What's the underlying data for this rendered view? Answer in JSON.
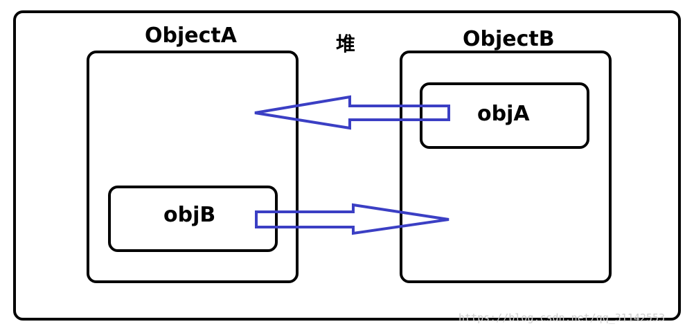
{
  "heap": {
    "label": "堆"
  },
  "objects": {
    "a": {
      "title": "ObjectA",
      "field_label": "objB"
    },
    "b": {
      "title": "ObjectB",
      "field_label": "objA"
    }
  },
  "arrows": [
    {
      "from": "objA",
      "to": "ObjectA",
      "direction": "left"
    },
    {
      "from": "objB",
      "to": "ObjectB",
      "direction": "right"
    }
  ],
  "colors": {
    "border": "#000000",
    "arrow": "#3b3fc4"
  },
  "watermark": {
    "text": "https://blog.csdn.net/qq_31142553"
  }
}
